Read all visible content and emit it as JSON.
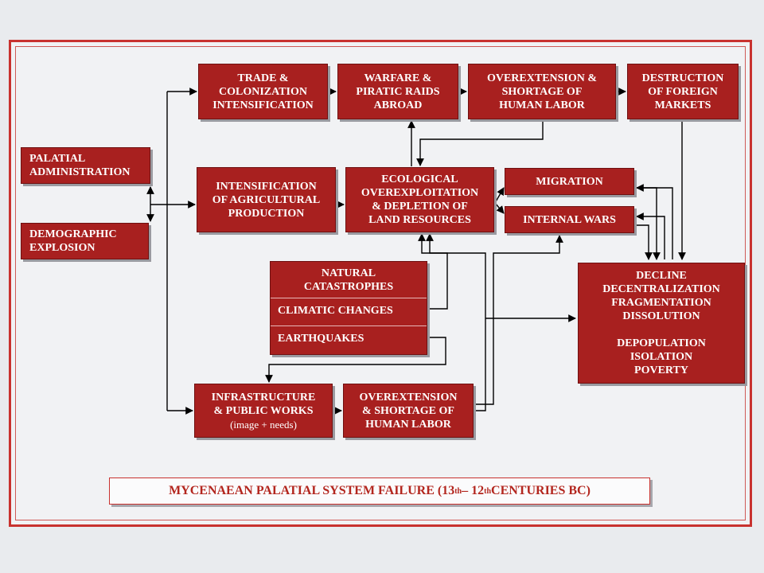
{
  "diagram": {
    "boxes": {
      "palatial_admin": [
        "Palatial",
        "Administration"
      ],
      "demographic": [
        "Demographic",
        "Explosion"
      ],
      "trade": [
        "Trade &",
        "Colonization",
        "Intensification"
      ],
      "warfare": [
        "Warfare &",
        "Piratic Raids",
        "Abroad"
      ],
      "overext_top": [
        "Overextension &",
        "Shortage of",
        "Human Labor"
      ],
      "destruction": [
        "Destruction",
        "of Foreign",
        "Markets"
      ],
      "agri": [
        "Intensification",
        "of Agricultural",
        "Production"
      ],
      "ecological": [
        "Ecological",
        "Overexploitation",
        "& Depletion of",
        "Land Resources"
      ],
      "migration": [
        "Migration"
      ],
      "internal_wars": [
        "Internal Wars"
      ],
      "natural": [
        "Natural",
        "Catastrophes"
      ],
      "climatic": [
        "Climatic Changes"
      ],
      "earthquakes": [
        "Earthquakes"
      ],
      "decline": [
        "Decline",
        "Decentralization",
        "Fragmentation",
        "Dissolution",
        "",
        "Depopulation",
        "Isolation",
        "Poverty"
      ],
      "infra": [
        "Infrastructure",
        "& Public Works"
      ],
      "infra_sub": "(image + needs)",
      "overext_bottom": [
        "Overextension",
        "& Shortage of",
        "Human Labor"
      ]
    },
    "caption": {
      "main": "Mycenaean Palatial System Failure (13",
      "sup1": "th",
      "mid": " – 12",
      "sup2": "th",
      "end": " centuries BC)"
    }
  }
}
